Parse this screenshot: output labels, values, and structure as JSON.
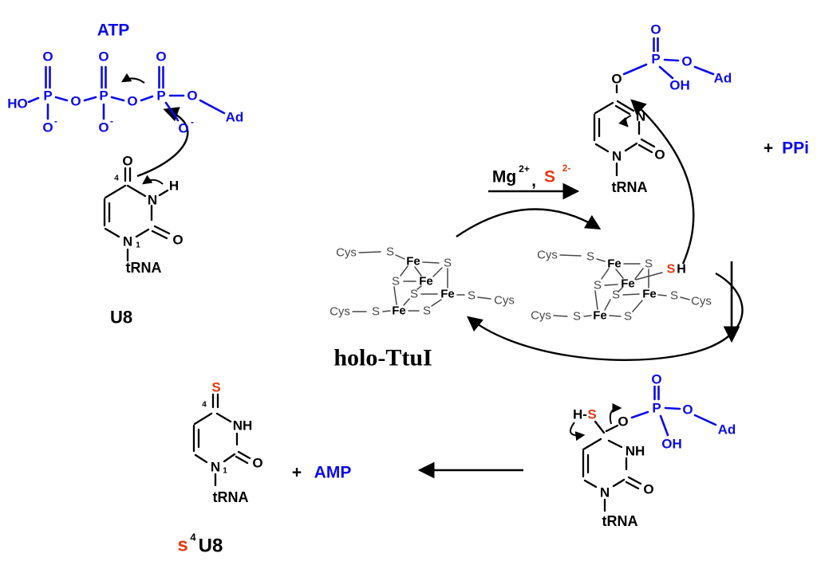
{
  "colors": {
    "blue": "#0b0be8",
    "red": "#e8380d",
    "gray": "#474747",
    "black": "#000000"
  },
  "atoms": {
    "O": "O",
    "P": "P",
    "N": "N",
    "S": "S",
    "H": "H",
    "Fe": "Fe",
    "Cys": "Cys",
    "HO": "HO",
    "OH": "OH",
    "NH": "NH",
    "Ad": "Ad",
    "tRNA": "tRNA",
    "HS": "H-",
    "minus": "-",
    "one": "1",
    "four": "4"
  },
  "labels": {
    "atp_title": "ATP",
    "u8": "U8",
    "holo_ttui": "holo-TtuI",
    "mg": "Mg",
    "mg_sup": "2+",
    "comma": ",",
    "sulfide": "S",
    "sulfide_sup": "2-",
    "plus": "+",
    "ppi": "PPi",
    "amp": "AMP",
    "s4u8_s": "s",
    "s4u8_sup": "4",
    "s4u8_u8": "U8"
  }
}
